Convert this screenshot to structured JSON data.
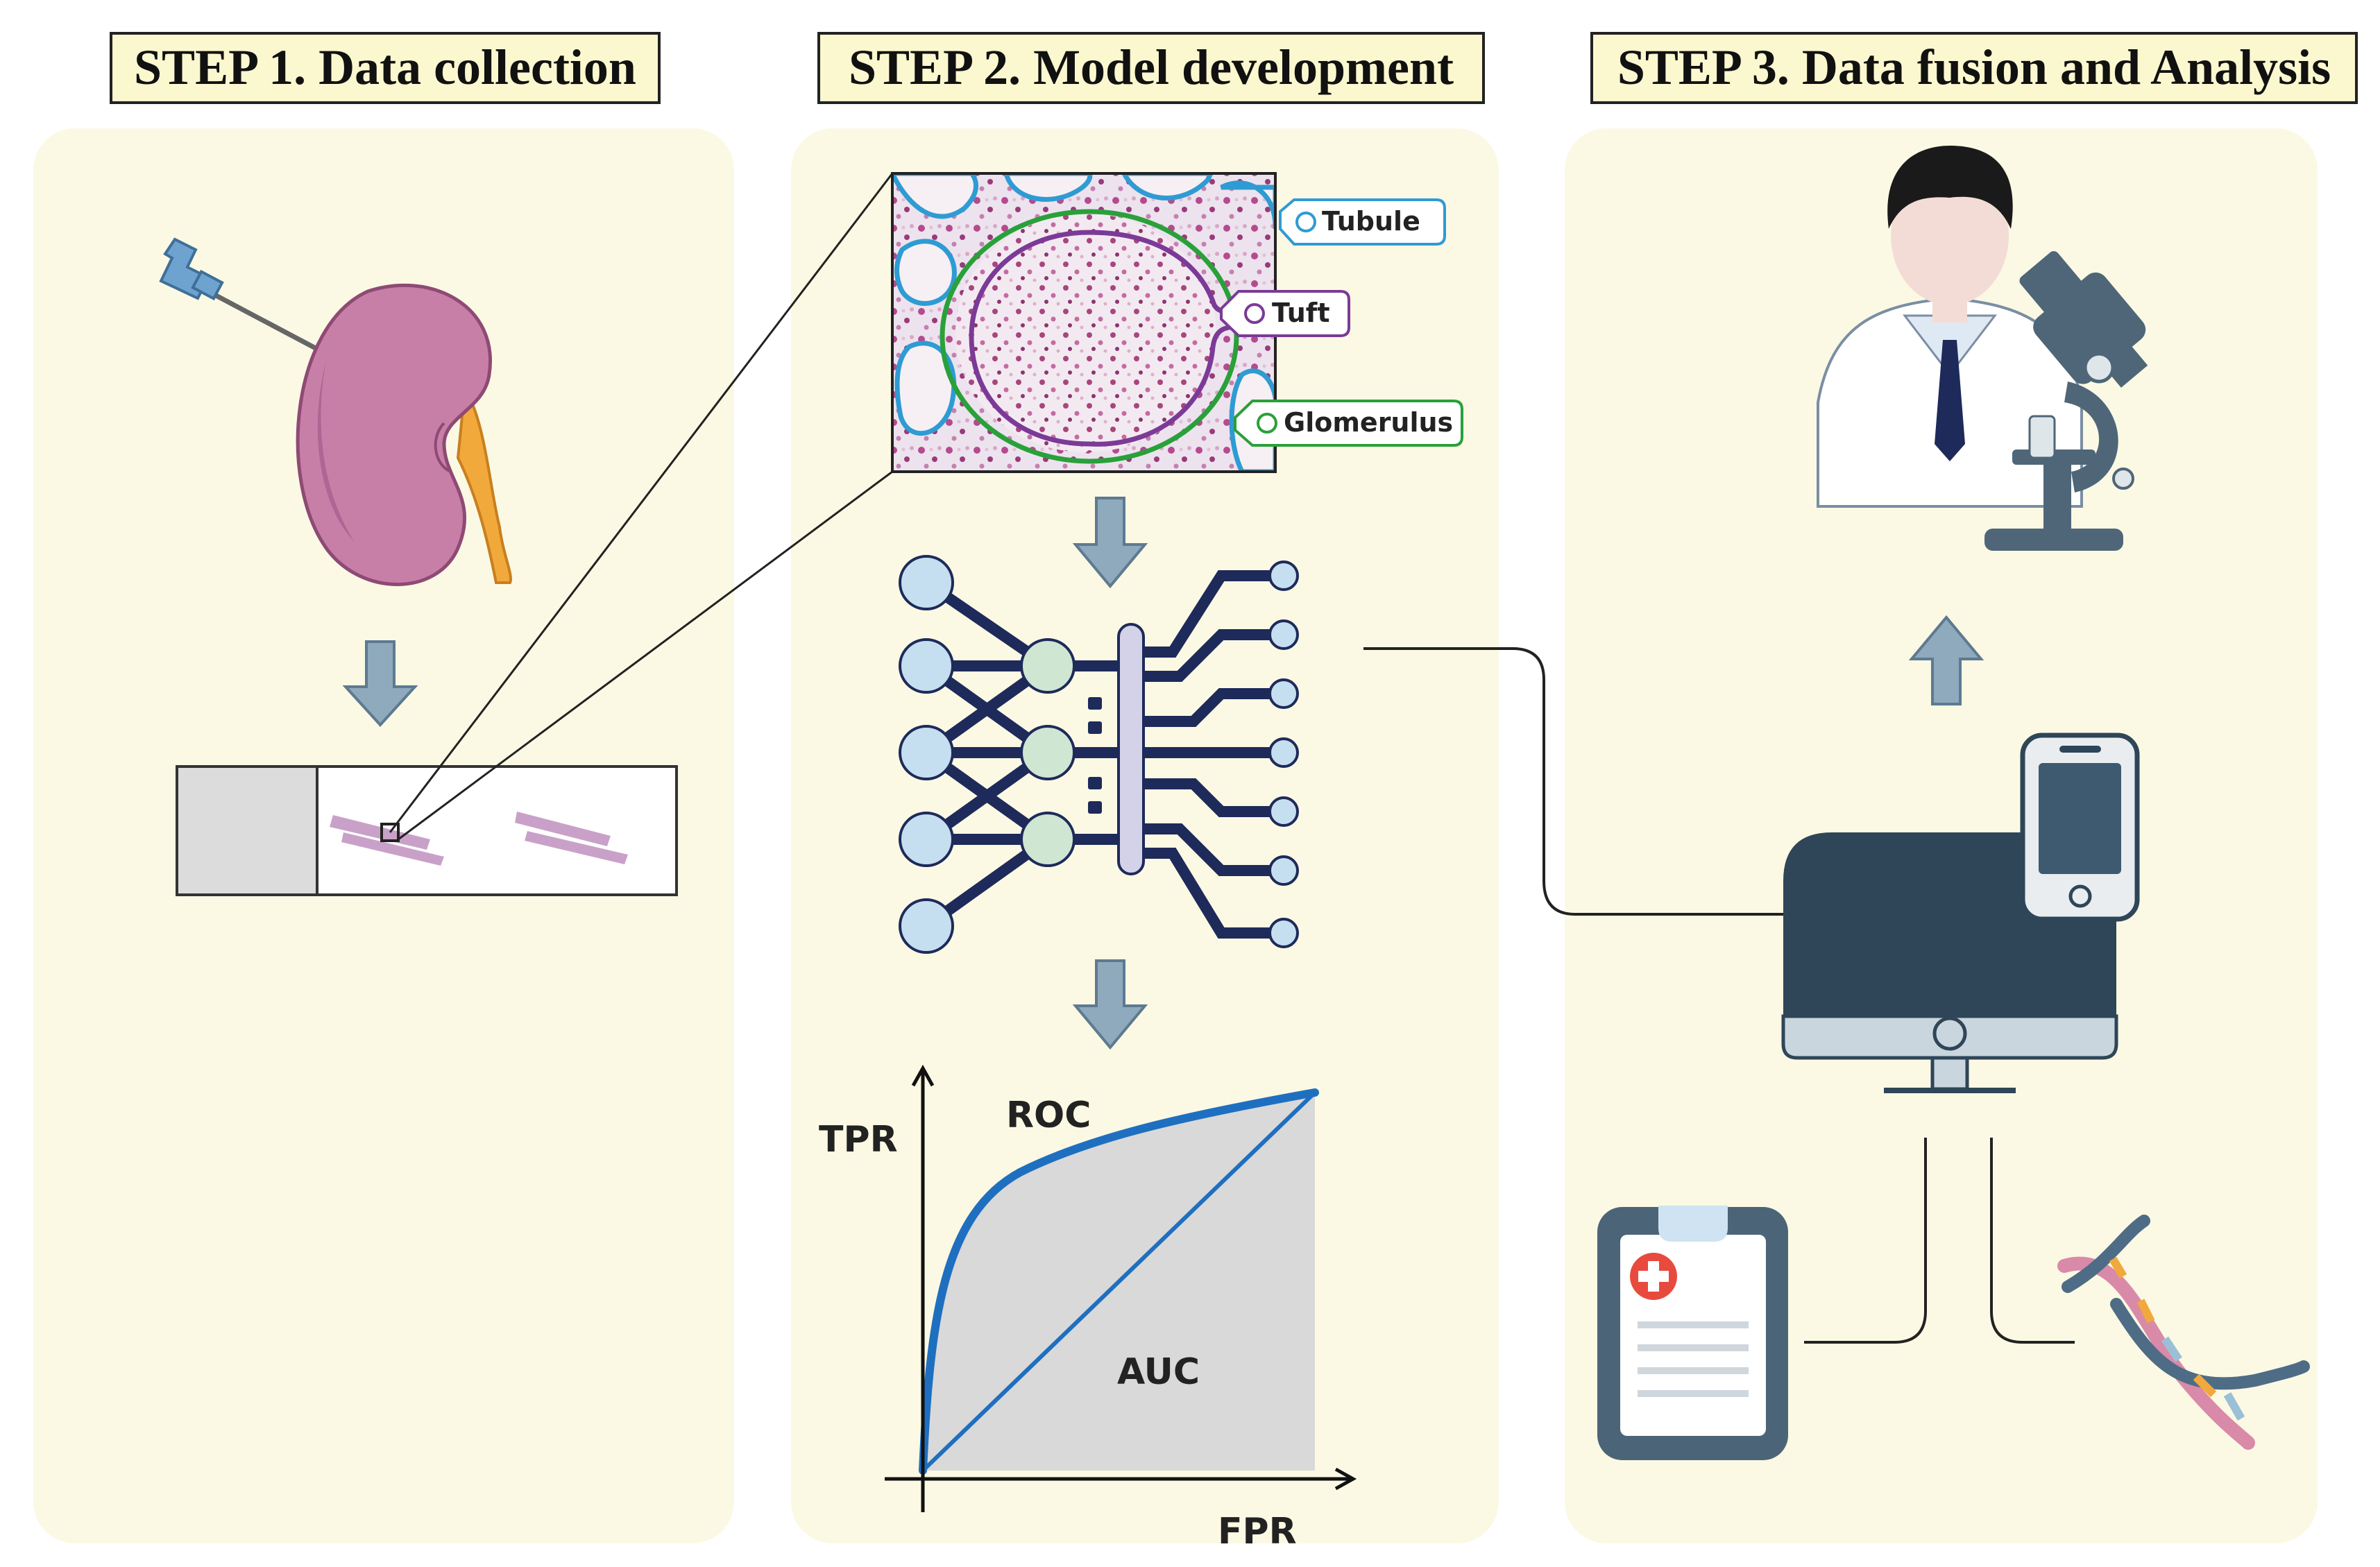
{
  "steps": [
    {
      "title": "STEP 1. Data collection"
    },
    {
      "title": "STEP 2. Model development"
    },
    {
      "title": "STEP 3. Data fusion and Analysis"
    }
  ],
  "tissue_labels": {
    "tubule": "Tubule",
    "tuft": "Tuft",
    "glomerulus": "Glomerulus"
  },
  "roc": {
    "y_label": "TPR",
    "x_label": "FPR",
    "curve_label": "ROC",
    "area_label": "AUC"
  },
  "colors": {
    "panel_bg": "#fbf9e4",
    "title_bg": "#fbf7cf",
    "tubule": "#2f9bd3",
    "tuft": "#7b3a97",
    "glomerulus": "#2aa03a",
    "network": "#1e2a5a",
    "roc_curve": "#1f6fc0",
    "auc_fill": "#d9d9d9"
  },
  "icons": [
    "biopsy-needle-icon",
    "kidney-icon",
    "glass-slide-icon",
    "neural-network-icon",
    "doctor-icon",
    "microscope-icon",
    "computer-monitor-icon",
    "smartphone-icon",
    "medical-record-icon",
    "dna-icon",
    "arrow-down-icon",
    "arrow-up-icon"
  ]
}
